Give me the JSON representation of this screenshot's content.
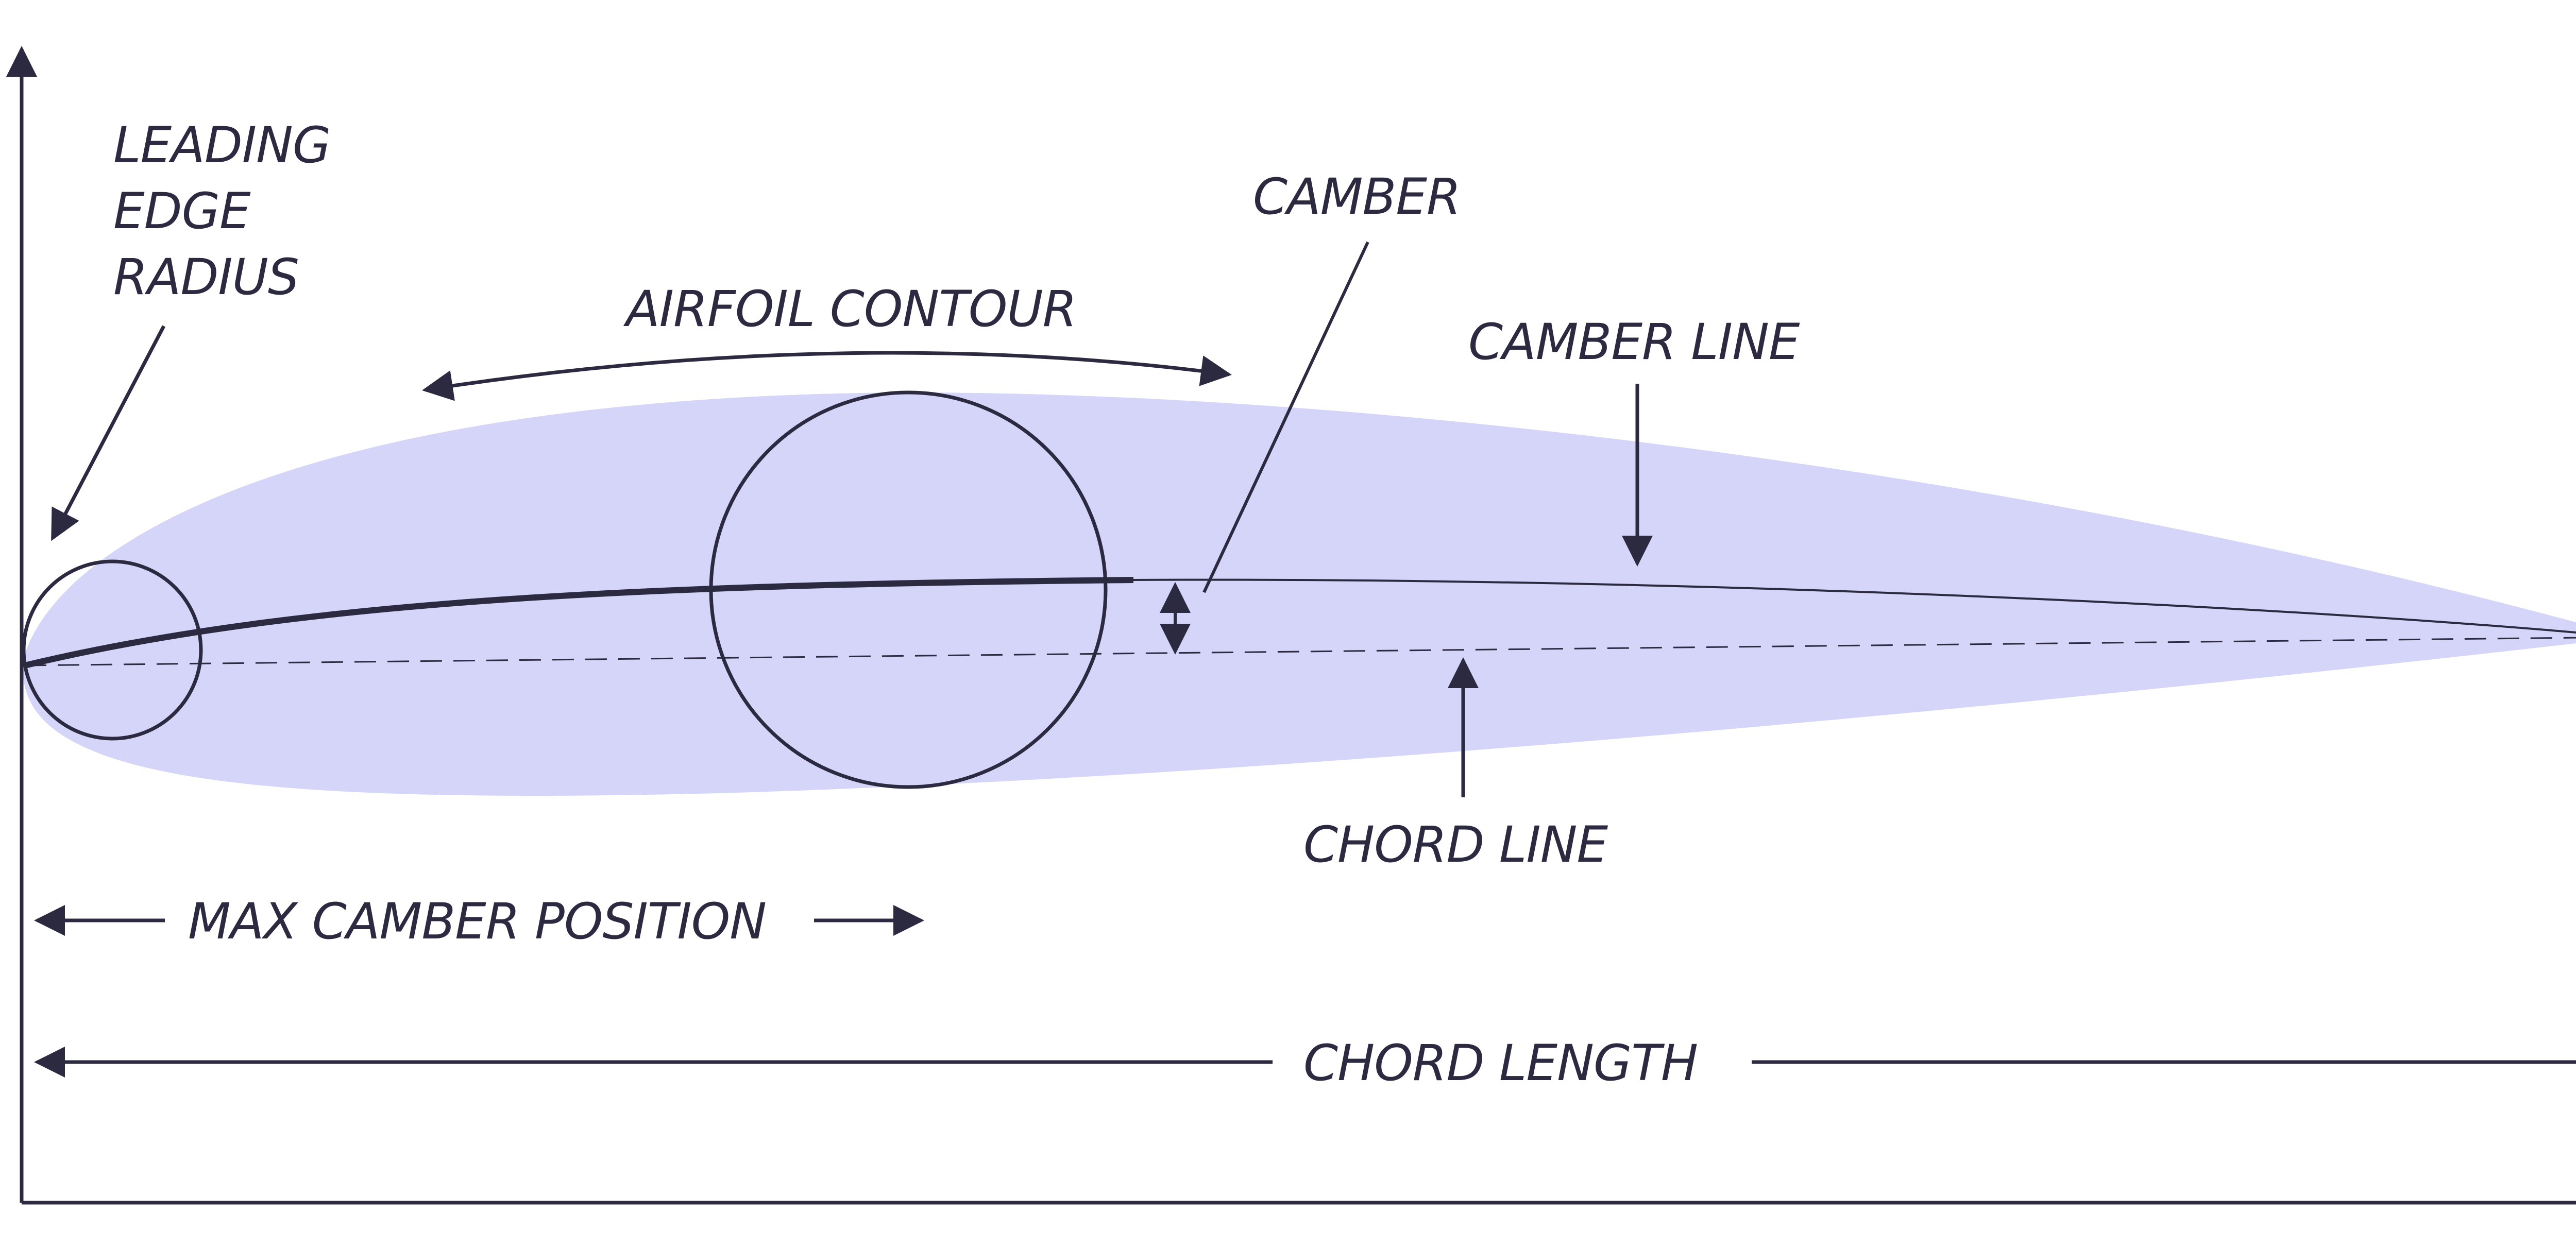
{
  "colors": {
    "ink": "#2b2a40",
    "airfoil_fill": "#d5d5fa",
    "background": "#ffffff"
  },
  "labels": {
    "leading_edge_radius": [
      "LEADING",
      "EDGE",
      "RADIUS"
    ],
    "airfoil_contour": "AIRFOIL CONTOUR",
    "camber": "CAMBER",
    "camber_line": "CAMBER LINE",
    "chord_line": "CHORD LINE",
    "max_camber_position": "MAX CAMBER POSITION",
    "chord_length": "CHORD LENGTH"
  }
}
